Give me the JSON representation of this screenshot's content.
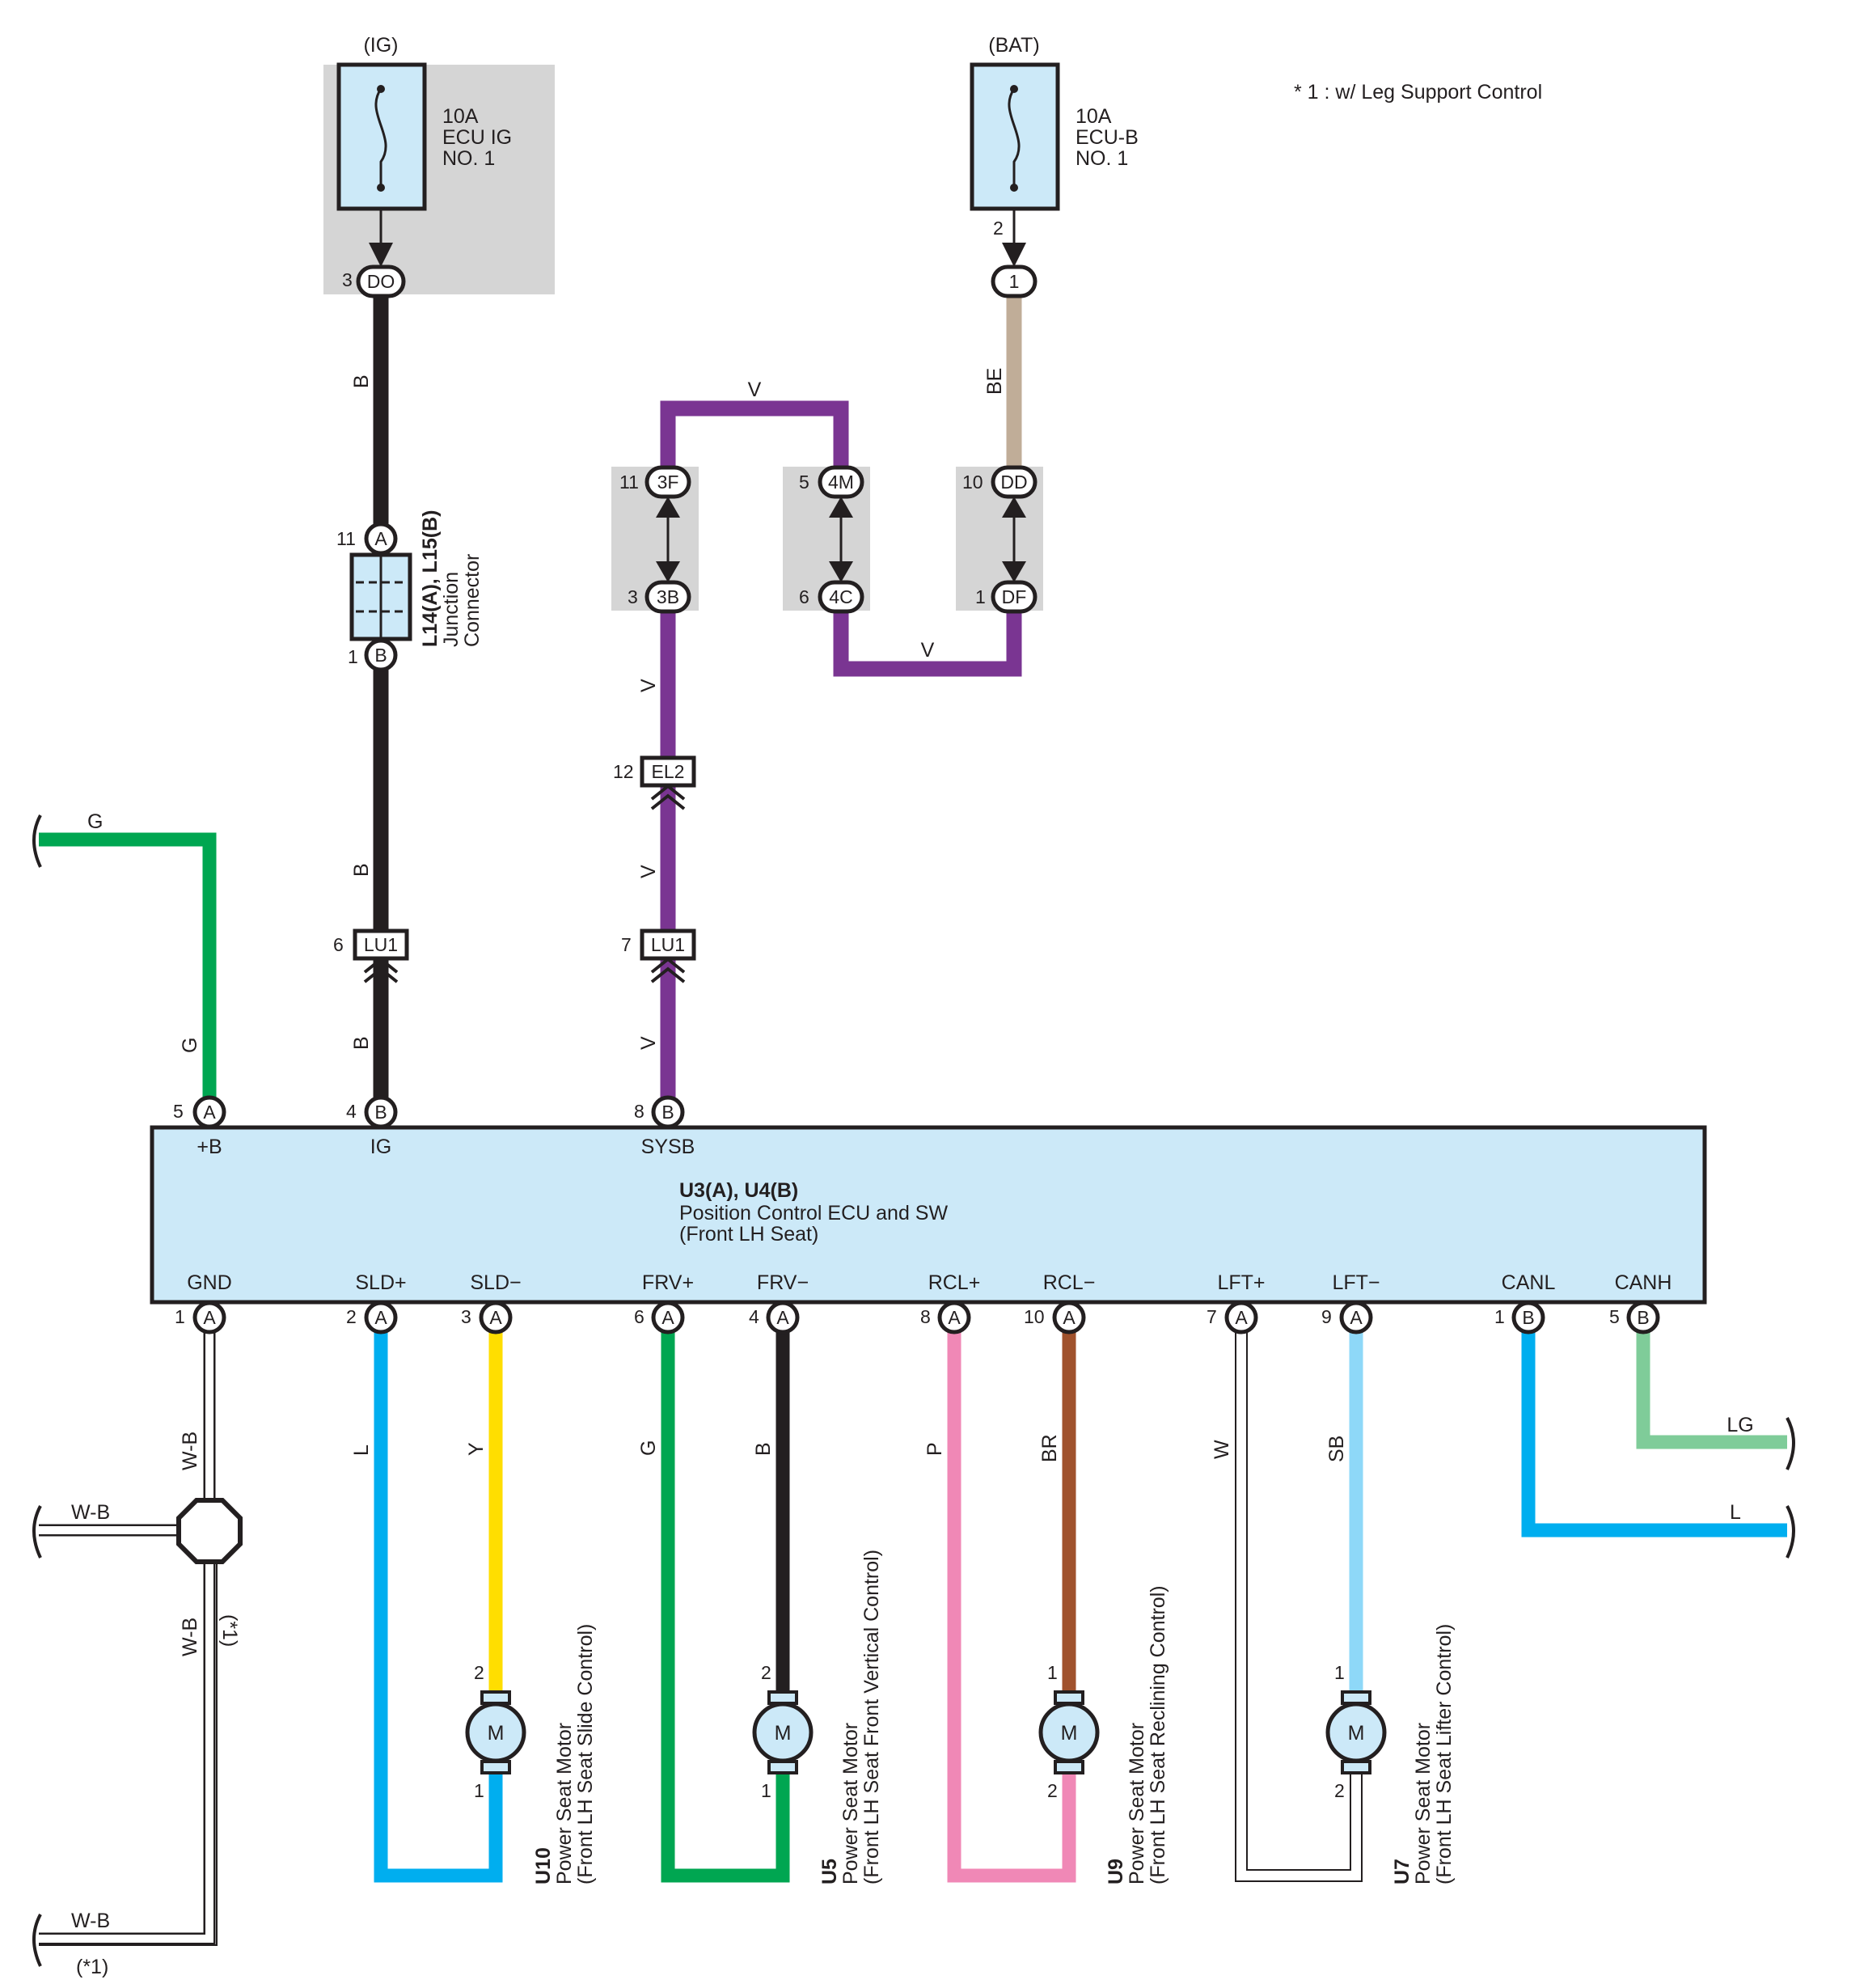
{
  "note": "* 1 : w/ Leg Support Control",
  "colors": {
    "B": "#231f20",
    "V": "#7a3592",
    "BE": "#c0ad98",
    "G": "#00a651",
    "L": "#00aeef",
    "Y": "#ffde00",
    "P": "#f088b6",
    "BR": "#a0522d",
    "W": "#ffffff",
    "SB": "#8ed8f8",
    "LG": "#7fcc99",
    "component_fill": "#cce9f8",
    "junction_shade": "#d5d5d5"
  },
  "fuses": {
    "ig": {
      "power": "(IG)",
      "l1": "10A",
      "l2": "ECU IG",
      "l3": "NO. 1",
      "pin": "3",
      "conn": "DO"
    },
    "bat": {
      "power": "(BAT)",
      "l1": "10A",
      "l2": "ECU-B",
      "l3": "NO. 1",
      "pin": "2",
      "conn": "1"
    }
  },
  "junction": {
    "code": "L14(A), L15(B)",
    "name1": "Junction",
    "name2": "Connector",
    "top_pin": "11",
    "top_conn": "A",
    "bot_pin": "1",
    "bot_conn": "B"
  },
  "pairs": [
    {
      "tpin": "11",
      "tconn": "3F",
      "bpin": "3",
      "bconn": "3B"
    },
    {
      "tpin": "5",
      "tconn": "4M",
      "bpin": "6",
      "bconn": "4C"
    },
    {
      "tpin": "10",
      "tconn": "DD",
      "bpin": "1",
      "bconn": "DF"
    }
  ],
  "inline": [
    {
      "pin": "12",
      "name": "EL2"
    },
    {
      "pin": "6",
      "name": "LU1"
    },
    {
      "pin": "7",
      "name": "LU1"
    }
  ],
  "ecu": {
    "code": "U3(A), U4(B)",
    "name1": "Position Control ECU and SW",
    "name2": "(Front LH Seat)",
    "top_pins": [
      {
        "pin": "5",
        "conn": "A",
        "name": "+B"
      },
      {
        "pin": "4",
        "conn": "B",
        "name": "IG"
      },
      {
        "pin": "8",
        "conn": "B",
        "name": "SYSB"
      }
    ],
    "bottom_pins": [
      {
        "pin": "1",
        "conn": "A",
        "name": "GND"
      },
      {
        "pin": "2",
        "conn": "A",
        "name": "SLD+"
      },
      {
        "pin": "3",
        "conn": "A",
        "name": "SLD−"
      },
      {
        "pin": "6",
        "conn": "A",
        "name": "FRV+"
      },
      {
        "pin": "4",
        "conn": "A",
        "name": "FRV−"
      },
      {
        "pin": "8",
        "conn": "A",
        "name": "RCL+"
      },
      {
        "pin": "10",
        "conn": "A",
        "name": "RCL−"
      },
      {
        "pin": "7",
        "conn": "A",
        "name": "LFT+"
      },
      {
        "pin": "9",
        "conn": "A",
        "name": "LFT−"
      },
      {
        "pin": "1",
        "conn": "B",
        "name": "CANL"
      },
      {
        "pin": "5",
        "conn": "B",
        "name": "CANH"
      }
    ]
  },
  "motors": [
    {
      "code": "U10",
      "name1": "Power Seat Motor",
      "name2": "(Front LH Seat Slide Control)",
      "symbol": "M",
      "pin_top": "2",
      "pin_bot": "1"
    },
    {
      "code": "U5",
      "name1": "Power Seat Motor",
      "name2": "(Front LH Seat Front Vertical Control)",
      "symbol": "M",
      "pin_top": "2",
      "pin_bot": "1"
    },
    {
      "code": "U9",
      "name1": "Power Seat Motor",
      "name2": "(Front LH Seat Reclining Control)",
      "symbol": "M",
      "pin_top": "1",
      "pin_bot": "2"
    },
    {
      "code": "U7",
      "name1": "Power Seat Motor",
      "name2": "(Front LH Seat Lifter Control)",
      "symbol": "M",
      "pin_top": "1",
      "pin_bot": "2"
    }
  ],
  "wire_labels": {
    "ig_top": "B",
    "ig_mid": "B",
    "ig_bot": "B",
    "bat_be": "BE",
    "v_top": "V",
    "v_bottom": "V",
    "sysb_1": "V",
    "sysb_2": "V",
    "sysb_3": "V",
    "g_top": "G",
    "g_left": "G",
    "sld_p": "L",
    "sld_m": "Y",
    "frv_p": "G",
    "frv_m": "B",
    "rcl_p": "P",
    "rcl_m": "BR",
    "lft_p": "W",
    "lft_m": "SB",
    "canh": "LG",
    "canl": "L",
    "gnd_1": "W-B",
    "gnd_2": "W-B",
    "gnd_3": "W-B",
    "gnd_4": "W-B",
    "opt_1": "(*1)",
    "opt_2": "(*1)"
  }
}
